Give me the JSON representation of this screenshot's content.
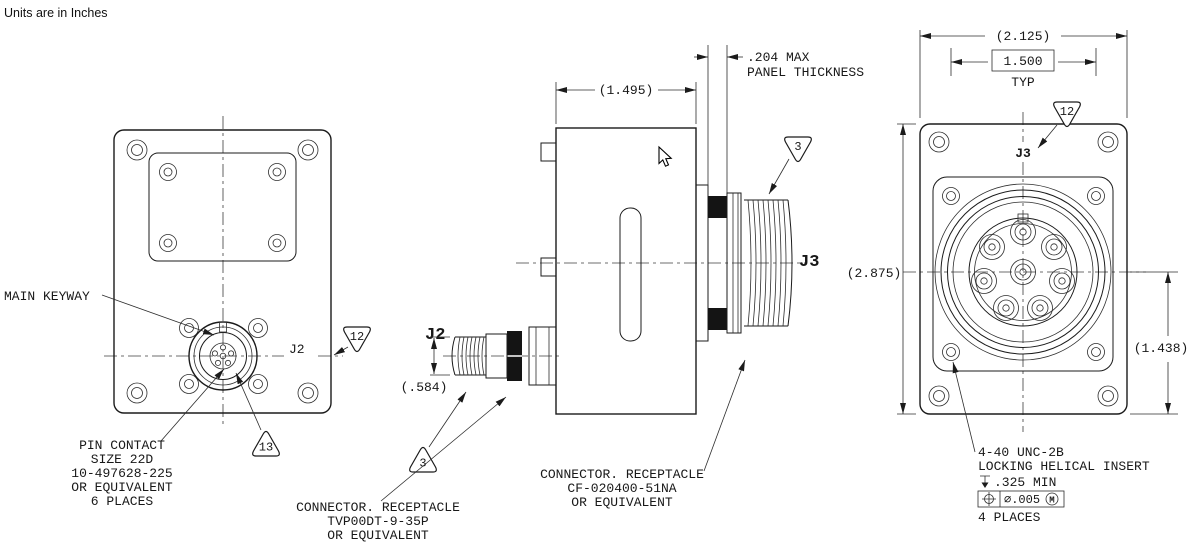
{
  "meta": {
    "units_note": "Units are in Inches"
  },
  "front_view": {
    "main_keyway_label": "MAIN KEYWAY",
    "j2_label": "J2",
    "balloon_12": "12",
    "balloon_13": "13",
    "pin_note": [
      "PIN CONTACT",
      "SIZE 22D",
      "10-497628-225",
      "OR EQUIVALENT",
      "6 PLACES"
    ]
  },
  "side_view": {
    "dim_width": "(1.495)",
    "panel_note": [
      ".204 MAX",
      "PANEL THICKNESS"
    ],
    "j2_label": "J2",
    "j2_dim": "(.584)",
    "balloon_3_left": "3",
    "j3_label": "J3",
    "balloon_3_right": "3",
    "j2_note": [
      "CONNECTOR. RECEPTACLE",
      "TVP00DT-9-35P",
      "OR EQUIVALENT"
    ],
    "j3_note": [
      "CONNECTOR. RECEPTACLE",
      "CF-020400-51NA",
      "OR EQUIVALENT"
    ]
  },
  "rear_view": {
    "dim_width": "(2.125)",
    "dim_pattern": "1.500",
    "dim_pattern_typ": "TYP",
    "balloon_12": "12",
    "j3_label": "J3",
    "dim_height": "(2.875)",
    "dim_half_height": "(1.438)",
    "insert_note": [
      "4-40 UNC-2B",
      "LOCKING HELICAL INSERT"
    ],
    "depth_value": ".325 MIN",
    "fcf_diameter_tol": "∅.005",
    "fcf_modifier": "M",
    "places_note": "4 PLACES"
  }
}
